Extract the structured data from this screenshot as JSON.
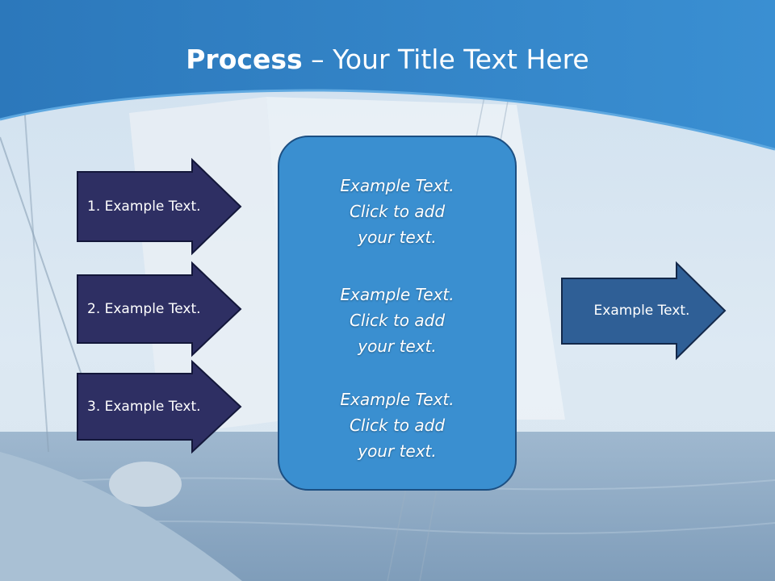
{
  "slide": {
    "title_bold": "Process",
    "title_rest": " – Your Title Text Here",
    "inputs": [
      {
        "label": "1. Example Text."
      },
      {
        "label": "2. Example Text."
      },
      {
        "label": "3. Example Text."
      }
    ],
    "center_blocks": [
      {
        "lines": [
          "Example Text.",
          "Click  to add",
          "your text."
        ]
      },
      {
        "lines": [
          "Example Text.",
          "Click  to add",
          "your text."
        ]
      },
      {
        "lines": [
          "Example Text.",
          "Click  to add",
          "your text."
        ]
      }
    ],
    "output": {
      "label": "Example Text."
    }
  },
  "colors": {
    "header_blue": "#2d7fc2",
    "input_arrow_fill": "#2e2f63",
    "output_arrow_fill": "#2f5f96",
    "center_box_fill": "#3a8fd0"
  }
}
